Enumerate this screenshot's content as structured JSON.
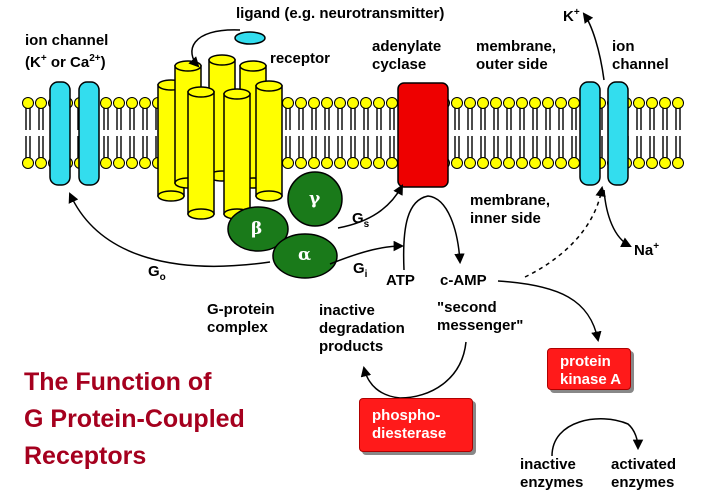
{
  "labels": {
    "ligand": "ligand (e.g. neurotransmitter)",
    "ion_channel_left_line1": "ion channel",
    "ion_channel_left_line2_a": "(K",
    "ion_channel_left_line2_b": "+",
    "ion_channel_left_line2_c": " or Ca",
    "ion_channel_left_line2_d": "2+",
    "ion_channel_left_line2_e": ")",
    "receptor": "receptor",
    "adenylate_line1": "adenylate",
    "adenylate_line2": "cyclase",
    "membrane_outer_line1": "membrane,",
    "membrane_outer_line2": "outer side",
    "ion_channel_right_line1": "ion",
    "ion_channel_right_line2": "channel",
    "k_plus": "K",
    "k_plus_sup": "+",
    "membrane_inner_line1": "membrane,",
    "membrane_inner_line2": "inner side",
    "na_plus": "Na",
    "na_plus_sup": "+",
    "g_s": "G",
    "g_s_sub": "s",
    "g_i": "G",
    "g_i_sub": "i",
    "g_o": "G",
    "g_o_sub": "o",
    "atp": "ATP",
    "camp": "c-AMP",
    "gprotein_line1": "G-protein",
    "gprotein_line2": "complex",
    "inactive_deg_line1": "inactive",
    "inactive_deg_line2": "degradation",
    "inactive_deg_line3": "products",
    "second_messenger_line1": "\"second",
    "second_messenger_line2": "messenger\"",
    "inactive_enzymes_line1": "inactive",
    "inactive_enzymes_line2": "enzymes",
    "activated_enzymes_line1": "activated",
    "activated_enzymes_line2": "enzymes"
  },
  "greek": {
    "gamma": "γ",
    "beta": "β",
    "alpha": "α"
  },
  "boxes": {
    "protein_kinase_line1": "protein",
    "protein_kinase_line2": "kinase A",
    "phospho_line1": "phospho-",
    "phospho_line2": "diesterase"
  },
  "title": {
    "line1": "The Function of",
    "line2": "G Protein-Coupled",
    "line3": "Receptors"
  },
  "colors": {
    "title": "#a5001e",
    "helix": "#ffff00",
    "ion_channel": "#33ddee",
    "adenylate_cyclase": "#ee0000",
    "g_protein": "#1a7a1a",
    "red_box": "#ff1a1a",
    "lipid_head": "#ffff00"
  }
}
